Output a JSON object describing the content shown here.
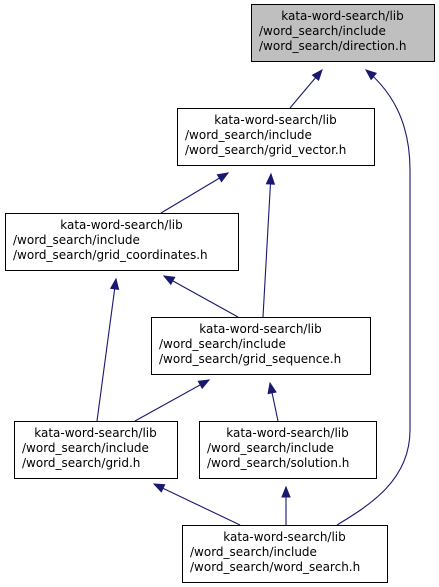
{
  "colors": {
    "node_fill": "#ffffff",
    "highlight_fill": "#bfbfbf",
    "border": "#000000",
    "edge": "#191970"
  },
  "nodes": [
    {
      "id": "direction",
      "highlighted": true,
      "lines": [
        "kata-word-search/lib",
        "/word_search/include",
        "/word_search/direction.h"
      ]
    },
    {
      "id": "grid_vector",
      "highlighted": false,
      "lines": [
        "kata-word-search/lib",
        "/word_search/include",
        "/word_search/grid_vector.h"
      ]
    },
    {
      "id": "grid_coordinates",
      "highlighted": false,
      "lines": [
        "kata-word-search/lib",
        "/word_search/include",
        "/word_search/grid_coordinates.h"
      ]
    },
    {
      "id": "grid_sequence",
      "highlighted": false,
      "lines": [
        "kata-word-search/lib",
        "/word_search/include",
        "/word_search/grid_sequence.h"
      ]
    },
    {
      "id": "grid",
      "highlighted": false,
      "lines": [
        "kata-word-search/lib",
        "/word_search/include",
        "/word_search/grid.h"
      ]
    },
    {
      "id": "solution",
      "highlighted": false,
      "lines": [
        "kata-word-search/lib",
        "/word_search/include",
        "/word_search/solution.h"
      ]
    },
    {
      "id": "word_search",
      "highlighted": false,
      "lines": [
        "kata-word-search/lib",
        "/word_search/include",
        "/word_search/word_search.h"
      ]
    }
  ],
  "edges": [
    {
      "from": "grid_vector",
      "to": "direction"
    },
    {
      "from": "word_search",
      "to": "direction"
    },
    {
      "from": "grid_coordinates",
      "to": "grid_vector"
    },
    {
      "from": "grid_sequence",
      "to": "grid_vector"
    },
    {
      "from": "grid_sequence",
      "to": "grid_coordinates"
    },
    {
      "from": "grid",
      "to": "grid_coordinates"
    },
    {
      "from": "grid",
      "to": "grid_sequence"
    },
    {
      "from": "solution",
      "to": "grid_sequence"
    },
    {
      "from": "word_search",
      "to": "grid"
    },
    {
      "from": "word_search",
      "to": "solution"
    }
  ]
}
